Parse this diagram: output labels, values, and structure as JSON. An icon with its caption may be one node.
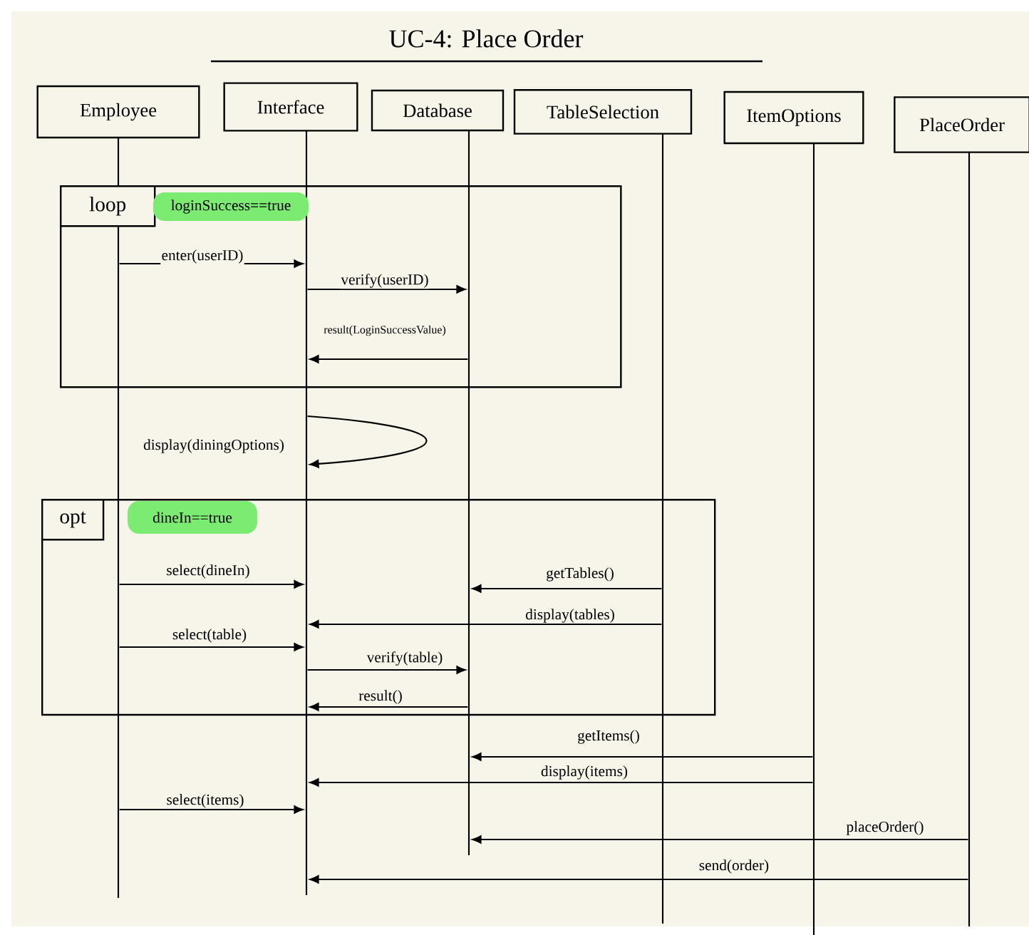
{
  "diagram": {
    "title": "UC-4: Place Order",
    "nodes": [
      {
        "text": [
          "Employee"
        ]
      },
      {
        "text": [
          "Interface"
        ]
      },
      {
        "text": [
          "Database"
        ]
      },
      {
        "text": [
          "TableSelection"
        ]
      },
      {
        "text": [
          "ItemOptions"
        ]
      },
      {
        "text": [
          "PlaceOrder"
        ]
      },
      {
        "text": [],
        "shape": "line"
      },
      {
        "text": [],
        "shape": "line"
      },
      {
        "text": [],
        "shape": "line"
      },
      {
        "text": [],
        "shape": "line"
      },
      {
        "text": [],
        "shape": "line"
      },
      {
        "text": [],
        "shape": "line"
      },
      {
        "text": [
          "loop"
        ]
      },
      {
        "text": [
          "loginSuccess==true"
        ],
        "in": 12
      },
      {
        "text": [
          "opt"
        ]
      },
      {
        "text": [
          "dineIn==true"
        ],
        "in": 14
      }
    ],
    "edges": [
      {
        "from": 6,
        "to": 7,
        "arrow": "to",
        "label": "enter(userID)"
      },
      {
        "from": 7,
        "to": 8,
        "arrow": "to",
        "label": "verify(userID)"
      },
      {
        "from": 8,
        "to": 7,
        "arrow": "to",
        "label": "result(LoginSuccessValue)"
      },
      {
        "from": 7,
        "to": 7,
        "arrow": "to",
        "label": "display(diningOptions)"
      },
      {
        "from": 6,
        "to": 7,
        "arrow": "to",
        "label": "select(dineIn)"
      },
      {
        "from": 9,
        "to": 8,
        "arrow": "to",
        "label": "getTables()"
      },
      {
        "from": 9,
        "to": 7,
        "arrow": "to",
        "label": "display(tables)"
      },
      {
        "from": 6,
        "to": 7,
        "arrow": "to",
        "label": "select(table)"
      },
      {
        "from": 7,
        "to": 8,
        "arrow": "to",
        "label": "verify(table)"
      },
      {
        "from": 8,
        "to": 7,
        "arrow": "to",
        "label": "result()"
      },
      {
        "from": 10,
        "to": 8,
        "arrow": "to",
        "label": "getItems()"
      },
      {
        "from": 10,
        "to": 7,
        "arrow": "to",
        "label": "display(items)"
      },
      {
        "from": 6,
        "to": 7,
        "arrow": "to",
        "label": "select(items)"
      },
      {
        "from": 11,
        "to": 8,
        "arrow": "to",
        "label": "placeOrder()"
      },
      {
        "from": 11,
        "to": 7,
        "arrow": "to",
        "label": "send(order)"
      }
    ]
  }
}
